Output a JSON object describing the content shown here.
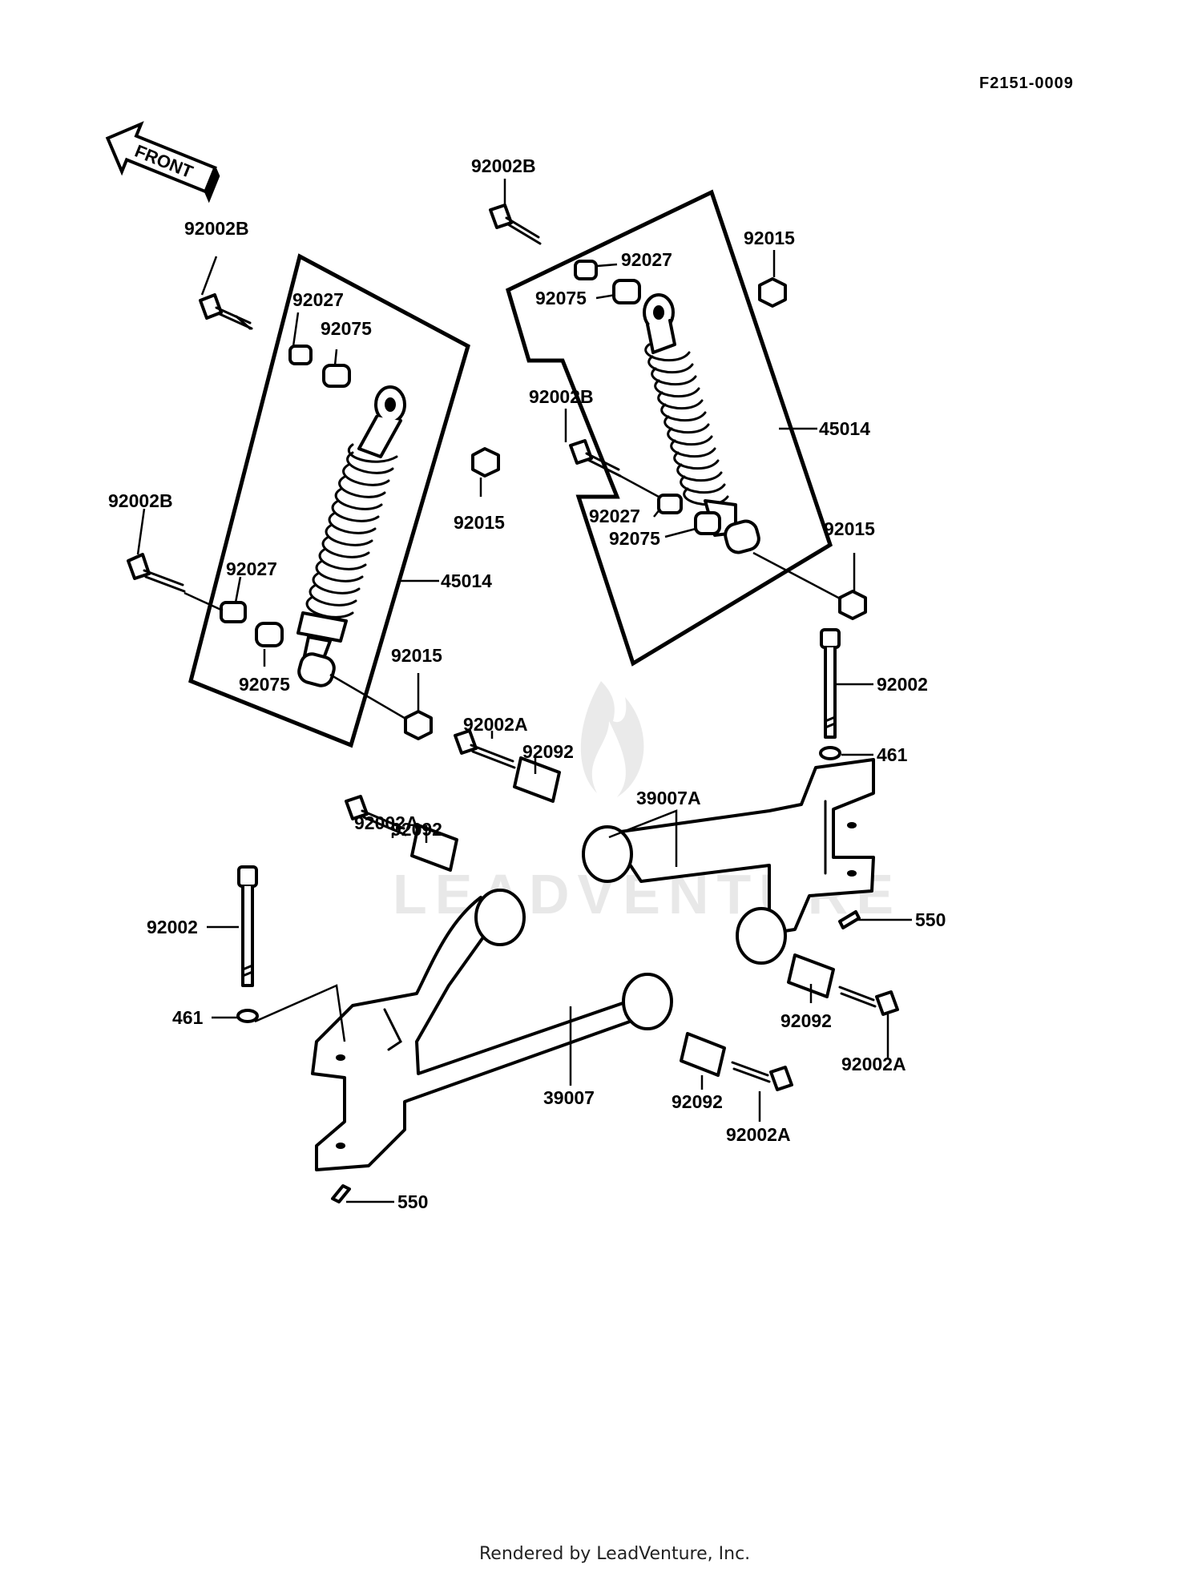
{
  "diagram_code": "F2151-0009",
  "front_indicator": "FRONT",
  "watermark": "LEADVENTURE",
  "footer": "Rendered by LeadVenture, Inc.",
  "callouts": {
    "bolt_b_top": "92002B",
    "bolt_b_left_top": "92002B",
    "bolt_b_left_bottom": "92002B",
    "bolt_b_right_mid": "92002B",
    "collar_left_top": "92027",
    "bushing_left_top": "92075",
    "collar_left_bottom": "92027",
    "bushing_left_bottom": "92075",
    "collar_right_top": "92027",
    "bushing_right_top": "92075",
    "collar_right_bottom": "92027",
    "bushing_right_bottom": "92075",
    "nut_center": "92015",
    "nut_left_bottom": "92015",
    "nut_right_top": "92015",
    "nut_right_bottom": "92015",
    "shock_left": "45014",
    "shock_right": "45014",
    "bolt_right_long": "92002",
    "bolt_left_long": "92002",
    "washer_right": "461",
    "washer_left": "461",
    "bolt_a_upper_1": "92002A",
    "bolt_a_upper_2": "92002A",
    "bolt_a_lower_right": "92002A",
    "bolt_a_lower_center": "92002A",
    "bush_upper_1": "92092",
    "bush_upper_2": "92092",
    "bush_lower_right": "92092",
    "bush_lower_center": "92092",
    "arm_right": "39007A",
    "arm_left": "39007",
    "pin_right": "550",
    "pin_left": "550"
  },
  "icons": [
    "front-arrow-icon",
    "shock-absorber-icon",
    "a-arm-icon",
    "bolt-icon",
    "nut-icon",
    "bushing-icon",
    "washer-icon",
    "cotter-pin-icon"
  ]
}
